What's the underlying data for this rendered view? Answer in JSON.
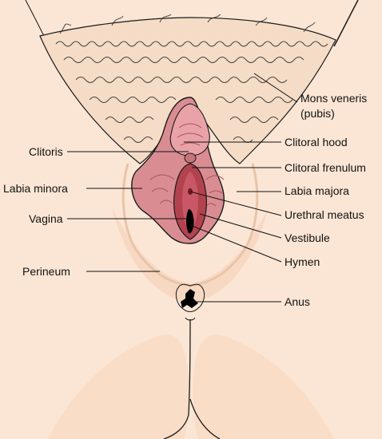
{
  "colors": {
    "skin": "#fbe6d5",
    "skin_shadow": "#f3cdb0",
    "outline": "#1a1a1a",
    "hair": "#2a2a2a",
    "labia_outer": "#d98d92",
    "labia_inner": "#c8737c",
    "vestibule": "#b3424f",
    "clitoris": "#e9a2a8",
    "opening": "#000000"
  },
  "labels": {
    "mons_line1": "Mons veneris",
    "mons_line2": "(pubis)",
    "clitoral_hood": "Clitoral hood",
    "clitoral_frenulum": "Clitoral frenulum",
    "labia_majora": "Labia majora",
    "urethral_meatus": "Urethral meatus",
    "vestibule": "Vestibule",
    "hymen": "Hymen",
    "anus": "Anus",
    "clitoris": "Clitoris",
    "labia_minora": "Labia minora",
    "vagina": "Vagina",
    "perineum": "Perineum"
  }
}
